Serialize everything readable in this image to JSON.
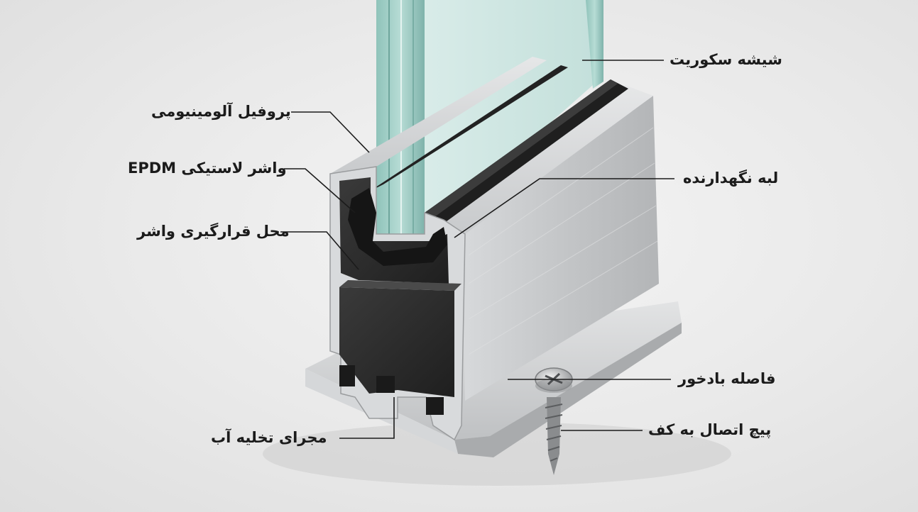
{
  "labels": {
    "tempered_glass": "شیشه سکوریت",
    "aluminum_profile": "پروفیل آلومینیومی",
    "epdm_gasket": "واشر لاستیکی EPDM",
    "gasket_seat": "محل قرارگیری واشر",
    "drainage_channel": "مجرای تخلیه آب",
    "retaining_lip": "لبه نگهدارنده",
    "wind_gap": "فاصله بادخور",
    "floor_screw": "پیچ اتصال به کف"
  },
  "colors": {
    "glass": "#b9d9d4",
    "glass_edge": "#7fb3ab",
    "aluminum": "#c9cbcd",
    "aluminum_dark": "#8e9194",
    "cavity": "#2b2b2b",
    "gasket": "#1c1c1c",
    "leader": "#1b1b1b"
  }
}
